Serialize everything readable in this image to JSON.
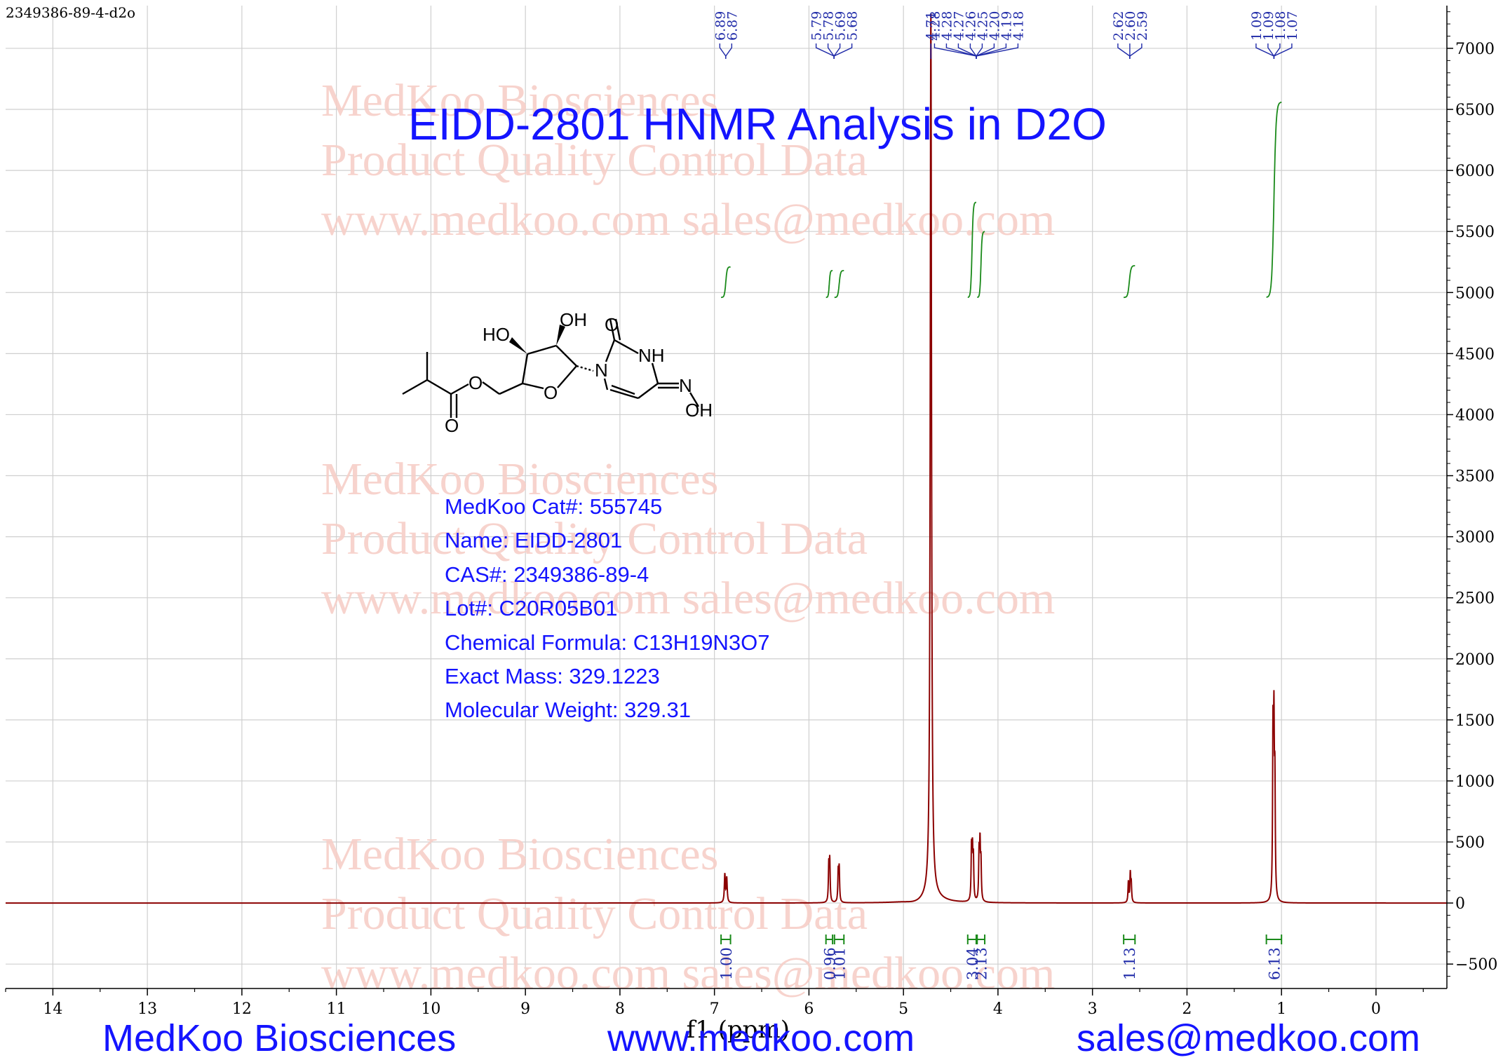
{
  "file_label": "2349386-89-4-d2o",
  "title": "EIDD-2801 HNMR Analysis in D2O",
  "watermark": [
    "MedKoo Biosciences",
    "Product Quality Control Data",
    "www.medkoo.com   sales@medkoo.com"
  ],
  "info": [
    "MedKoo Cat#: 555745",
    "Name: EIDD-2801",
    "CAS#: 2349386-89-4",
    "Lot#: C20R05B01",
    "Chemical Formula: C13H19N3O7",
    "Exact Mass: 329.1223",
    "Molecular Weight: 329.31"
  ],
  "footer": {
    "company": "MedKoo Biosciences",
    "website": "www.medkoo.com",
    "email": "sales@medkoo.com"
  },
  "molecule_labels": {
    "ho": "HO",
    "oh_top": "OH",
    "o_carbonyl_ring": "O",
    "nh": "NH",
    "n_ring": "N",
    "n_oxime": "N",
    "oh_oxime": "OH",
    "o_ring": "O",
    "o_ester": "O",
    "o_carbonyl": "O"
  },
  "colors": {
    "spectrum": "#8b0000",
    "integral": "#1a8a1a",
    "peak_label": "#1f2aa8",
    "text_blue": "#1414ff",
    "watermark": "#f7cfc8"
  },
  "chart_data": {
    "type": "line",
    "xlabel": "f1 (ppm)",
    "ylabel": "",
    "xlim": [
      14.5,
      -0.75
    ],
    "ylim": [
      -700,
      7350
    ],
    "x_inverted": true,
    "xticks": [
      14,
      13,
      12,
      11,
      10,
      9,
      8,
      7,
      6,
      5,
      4,
      3,
      2,
      1,
      0
    ],
    "yticks": [
      -500,
      0,
      500,
      1000,
      1500,
      2000,
      2500,
      3000,
      3500,
      4000,
      4500,
      5000,
      5500,
      6000,
      6500,
      7000
    ],
    "grid": true,
    "spectrum_peaks": [
      {
        "ppm": 6.89,
        "height": 230,
        "width": 0.006
      },
      {
        "ppm": 6.87,
        "height": 200,
        "width": 0.006
      },
      {
        "ppm": 5.79,
        "height": 300,
        "width": 0.005
      },
      {
        "ppm": 5.78,
        "height": 330,
        "width": 0.005
      },
      {
        "ppm": 5.69,
        "height": 250,
        "width": 0.005
      },
      {
        "ppm": 5.68,
        "height": 270,
        "width": 0.005
      },
      {
        "ppm": 4.71,
        "height": 7250,
        "width": 0.008
      },
      {
        "ppm": 4.28,
        "height": 420,
        "width": 0.005
      },
      {
        "ppm": 4.27,
        "height": 380,
        "width": 0.005
      },
      {
        "ppm": 4.26,
        "height": 330,
        "width": 0.005
      },
      {
        "ppm": 4.2,
        "height": 380,
        "width": 0.005
      },
      {
        "ppm": 4.19,
        "height": 440,
        "width": 0.005
      },
      {
        "ppm": 4.18,
        "height": 300,
        "width": 0.005
      },
      {
        "ppm": 2.62,
        "height": 170,
        "width": 0.005
      },
      {
        "ppm": 2.6,
        "height": 230,
        "width": 0.005
      },
      {
        "ppm": 2.59,
        "height": 150,
        "width": 0.005
      },
      {
        "ppm": 1.09,
        "height": 1320,
        "width": 0.005
      },
      {
        "ppm": 1.08,
        "height": 1300,
        "width": 0.005
      },
      {
        "ppm": 1.07,
        "height": 900,
        "width": 0.005
      }
    ],
    "peak_label_groups": [
      {
        "center": 6.88,
        "labels": [
          "6.89",
          "6.87"
        ]
      },
      {
        "center": 5.735,
        "labels": [
          "5.79",
          "5.78",
          "5.69",
          "5.68"
        ]
      },
      {
        "center": 4.71,
        "labels": [
          "4.71"
        ]
      },
      {
        "center": 4.23,
        "labels": [
          "4.28",
          "4.28",
          "4.27",
          "4.26",
          "4.25",
          "4.20",
          "4.19",
          "4.18"
        ]
      },
      {
        "center": 2.605,
        "labels": [
          "2.62",
          "2.60",
          "2.59"
        ]
      },
      {
        "center": 1.08,
        "labels": [
          "1.09",
          "1.09",
          "1.08",
          "1.07"
        ]
      }
    ],
    "integrals": [
      {
        "from": 6.93,
        "to": 6.83,
        "value": "1.00",
        "rise": 250
      },
      {
        "from": 5.82,
        "to": 5.75,
        "value": "0.96",
        "rise": 220
      },
      {
        "from": 5.73,
        "to": 5.63,
        "value": "1.01",
        "rise": 220
      },
      {
        "from": 4.32,
        "to": 4.23,
        "value": "3.04",
        "rise": 780
      },
      {
        "from": 4.22,
        "to": 4.14,
        "value": "2.13",
        "rise": 540
      },
      {
        "from": 2.67,
        "to": 2.55,
        "value": "1.13",
        "rise": 260
      },
      {
        "from": 1.16,
        "to": 1.0,
        "value": "6.13",
        "rise": 1600
      }
    ]
  }
}
